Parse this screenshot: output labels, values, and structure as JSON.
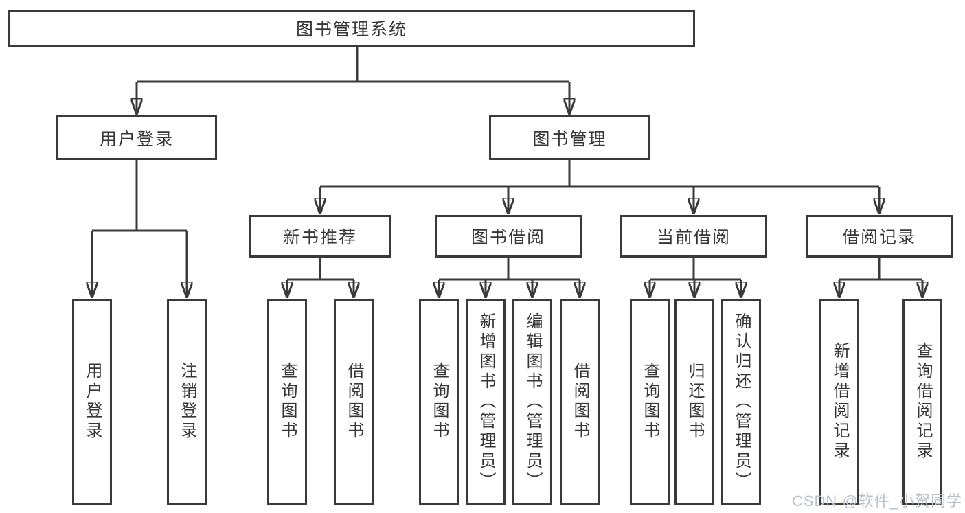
{
  "nodes": {
    "root": "图书管理系统",
    "level2": {
      "user_login": "用户登录",
      "book_management": "图书管理"
    },
    "level3": {
      "new_book_recommend": "新书推荐",
      "book_borrowing": "图书借阅",
      "current_borrowing": "当前借阅",
      "borrowing_records": "借阅记录"
    },
    "leaves": {
      "user_login": "用户登录",
      "logout": "注销登录",
      "nb_query_books": "查询图书",
      "nb_borrow_books": "借阅图书",
      "bb_query_books": "查询图书",
      "bb_add_books": "新增图书（管理员）",
      "bb_edit_books": "编辑图书（管理员）",
      "bb_borrow_books": "借阅图书",
      "cb_query_books": "查询图书",
      "cb_return_books": "归还图书",
      "cb_confirm_return": "确认归还（管理员）",
      "br_add_record": "新增借阅记录",
      "br_query_record": "查询借阅记录"
    }
  },
  "watermark": "CSDN @软件_小贺同学",
  "colors": {
    "line": "#3a3a3a",
    "text": "#363636",
    "background": "#ffffff",
    "watermark": "#b9c0c9"
  }
}
